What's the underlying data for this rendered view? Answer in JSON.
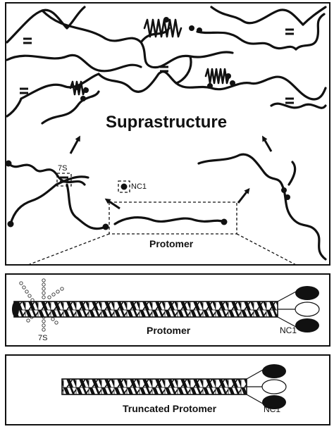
{
  "panels": {
    "suprastructure": {
      "title": "Suprastructure",
      "protomer_label": "Protomer",
      "label_7s": "7S",
      "label_nc1": "NC1"
    },
    "protomer": {
      "label": "Protomer",
      "label_7s": "7S",
      "label_nc1": "NC1"
    },
    "truncated": {
      "label": "Truncated Protomer",
      "label_nc1": "NC1"
    }
  },
  "colors": {
    "ink": "#111111",
    "background": "#ffffff"
  }
}
